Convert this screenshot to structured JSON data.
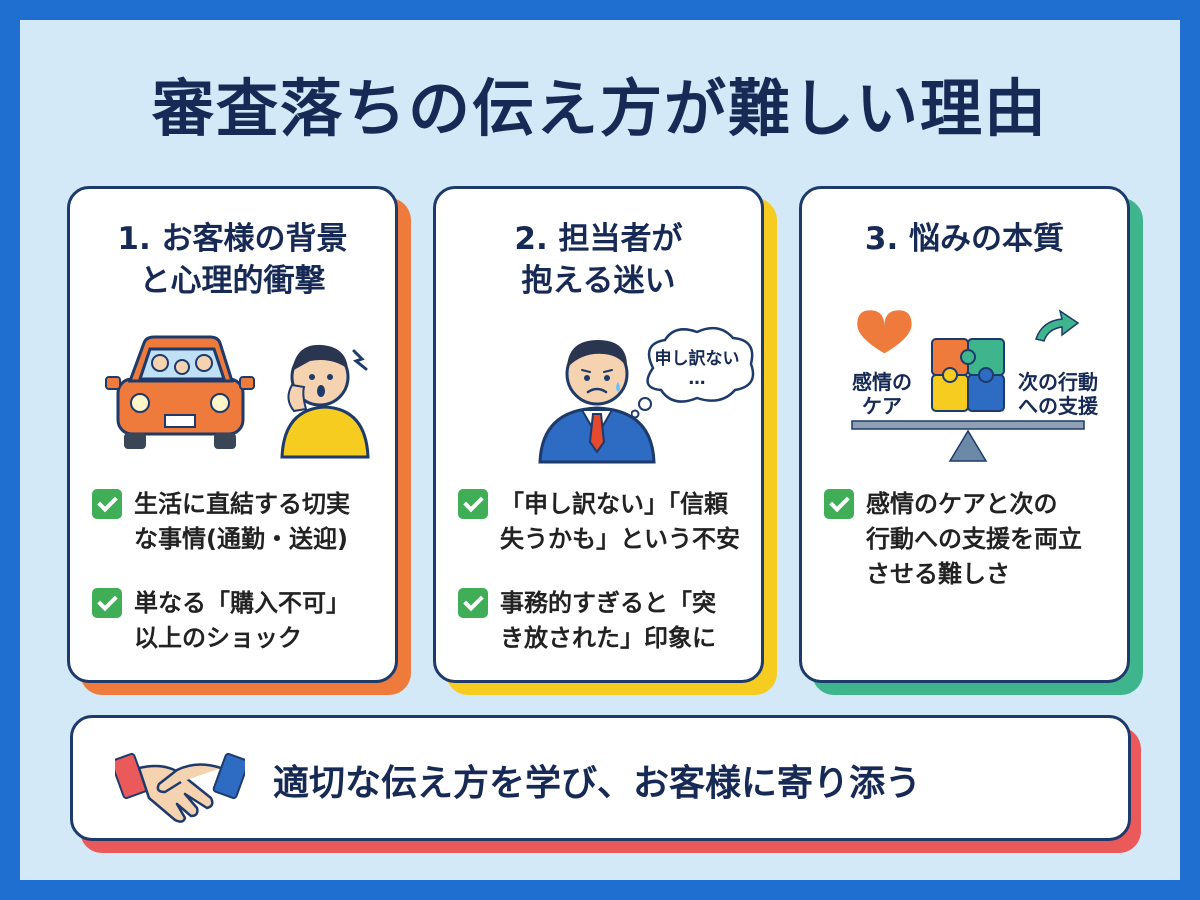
{
  "title": "審査落ちの伝え方が難しい理由",
  "cards": [
    {
      "title_lines": [
        "1. お客様の背景",
        "と心理的衝撃"
      ],
      "bullets": [
        {
          "lines": [
            "生活に直結する切実",
            "な事情(通勤・送迎)"
          ]
        },
        {
          "lines": [
            "単なる「購入不可」",
            "以上のショック"
          ]
        }
      ],
      "accent": "#ee7b3c"
    },
    {
      "title_lines": [
        "2. 担当者が",
        "抱える迷い"
      ],
      "bubble_lines": [
        "申し訳ない",
        "…"
      ],
      "bullets": [
        {
          "lines": [
            "「申し訳ない」「信頼",
            "失うかも」という不安"
          ]
        },
        {
          "lines": [
            "事務的すぎると「突",
            "き放された」印象に"
          ]
        }
      ],
      "accent": "#f6cc20"
    },
    {
      "title_lines": [
        "3. 悩みの本質"
      ],
      "left_label_lines": [
        "感情の",
        "ケア"
      ],
      "right_label_lines": [
        "次の行動",
        "への支援"
      ],
      "bullets": [
        {
          "lines": [
            "感情のケアと次の",
            "行動への支援を両立",
            "させる難しさ"
          ]
        }
      ],
      "accent": "#3fb58e"
    }
  ],
  "footer": {
    "text": "適切な伝え方を学び、お客様に寄り添う",
    "accent": "#ea5a5a"
  },
  "icons": [
    "family-car-icon",
    "surprised-person-icon",
    "worried-businessman-icon",
    "thought-bubble-icon",
    "heart-icon",
    "puzzle-icon",
    "arrow-icon",
    "balance-scale-icon",
    "handshake-icon",
    "check-icon"
  ]
}
